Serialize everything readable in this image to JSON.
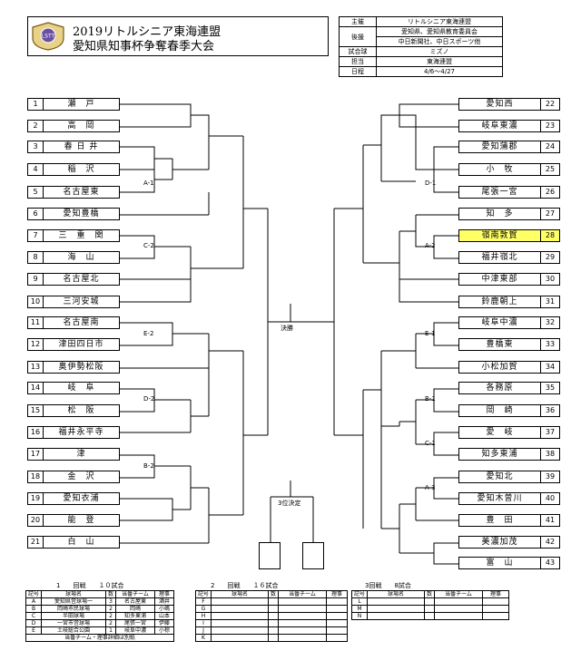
{
  "header": {
    "title_line1": "2019リトルシニア東海連盟",
    "title_line2": "愛知県知事杯争奪春季大会",
    "logo_text": "LSTT"
  },
  "info": [
    {
      "k": "主催",
      "v": "リトルシニア東海連盟"
    },
    {
      "k": "後援",
      "v": "愛知県、愛知県教育委員会"
    },
    {
      "k": "",
      "v": "中日新聞社、中日スポーツ他"
    },
    {
      "k": "試合球",
      "v": "ミズノ"
    },
    {
      "k": "担当",
      "v": "東海連盟"
    },
    {
      "k": "日程",
      "v": "4/6～4/27"
    }
  ],
  "left_teams": [
    {
      "num": "1",
      "name": "瀬　戸"
    },
    {
      "num": "2",
      "name": "高　岡"
    },
    {
      "num": "3",
      "name": "春 日 井"
    },
    {
      "num": "4",
      "name": "稲　沢"
    },
    {
      "num": "5",
      "name": "名古屋東"
    },
    {
      "num": "6",
      "name": "愛知豊橋"
    },
    {
      "num": "7",
      "name": "三　重　関"
    },
    {
      "num": "8",
      "name": "海　山"
    },
    {
      "num": "9",
      "name": "名古屋北"
    },
    {
      "num": "10",
      "name": "三河安城"
    },
    {
      "num": "11",
      "name": "名古屋南"
    },
    {
      "num": "12",
      "name": "津田四日市"
    },
    {
      "num": "13",
      "name": "奥伊勢松阪"
    },
    {
      "num": "14",
      "name": "岐　阜"
    },
    {
      "num": "15",
      "name": "松　阪"
    },
    {
      "num": "16",
      "name": "福井永平寺"
    },
    {
      "num": "17",
      "name": "津"
    },
    {
      "num": "18",
      "name": "金　沢"
    },
    {
      "num": "19",
      "name": "愛知衣浦"
    },
    {
      "num": "20",
      "name": "能　登"
    },
    {
      "num": "21",
      "name": "白　山"
    }
  ],
  "right_teams": [
    {
      "num": "22",
      "name": "愛知西"
    },
    {
      "num": "23",
      "name": "岐阜東濃"
    },
    {
      "num": "24",
      "name": "愛知蒲郡"
    },
    {
      "num": "25",
      "name": "小　牧"
    },
    {
      "num": "26",
      "name": "尾張一宮"
    },
    {
      "num": "27",
      "name": "知　多"
    },
    {
      "num": "28",
      "name": "嶺南敦賀"
    },
    {
      "num": "29",
      "name": "福井嶺北"
    },
    {
      "num": "30",
      "name": "中津東部"
    },
    {
      "num": "31",
      "name": "鈴鹿朝上"
    },
    {
      "num": "32",
      "name": "岐阜中濃"
    },
    {
      "num": "33",
      "name": "豊橋東"
    },
    {
      "num": "34",
      "name": "小松加賀"
    },
    {
      "num": "35",
      "name": "各務原"
    },
    {
      "num": "36",
      "name": "岡　崎"
    },
    {
      "num": "37",
      "name": "愛　岐"
    },
    {
      "num": "38",
      "name": "知多東浦"
    },
    {
      "num": "39",
      "name": "愛知北"
    },
    {
      "num": "40",
      "name": "愛知木曽川"
    },
    {
      "num": "41",
      "name": "豊　田"
    },
    {
      "num": "42",
      "name": "美濃加茂"
    },
    {
      "num": "43",
      "name": "富　山"
    }
  ],
  "highlight_team": "28",
  "bracket_labels": {
    "A1": "A-1",
    "C2": "C-2",
    "E2": "E-2",
    "D2": "D-2",
    "B2": "B-2",
    "D1": "D-1",
    "A2": "A-2",
    "E1": "E-1",
    "B1": "B-1",
    "C1": "C-1",
    "A3": "A-3",
    "final": "決勝",
    "third": "3位決定"
  },
  "schedule1": {
    "heading": "1　　回戦　　１０試合",
    "cols": [
      "記号",
      "球場名",
      "数",
      "当番チーム",
      "理事"
    ],
    "rows": [
      [
        "A",
        "愛知県営球場一",
        "3",
        "名古屋東",
        "酒井"
      ],
      [
        "B",
        "岡崎市民球場",
        "2",
        "岡崎",
        "小嶋"
      ],
      [
        "C",
        "半田球場",
        "2",
        "知多東浦",
        "山本"
      ],
      [
        "D",
        "一宮市営球場",
        "2",
        "尾張一宮",
        "伊藤"
      ],
      [
        "E",
        "土岐総合公園",
        "1",
        "岐阜中濃",
        "小椋"
      ]
    ],
    "footer": "当番チーム・理事詳細は別紙"
  },
  "schedule2": {
    "heading": "2　　回戦　　１６試合",
    "cols": [
      "記号",
      "球場名",
      "数",
      "当番チーム",
      "理事"
    ],
    "rows": [
      [
        "F"
      ],
      [
        "G"
      ],
      [
        "H"
      ],
      [
        "I"
      ],
      [
        "J"
      ],
      [
        "K"
      ]
    ]
  },
  "schedule3": {
    "heading": "3回戦　　8試合",
    "cols": [
      "記号",
      "球場名",
      "数",
      "当番チーム",
      "理事"
    ],
    "rows": [
      [
        "L"
      ],
      [
        "M"
      ],
      [
        "N"
      ]
    ]
  }
}
